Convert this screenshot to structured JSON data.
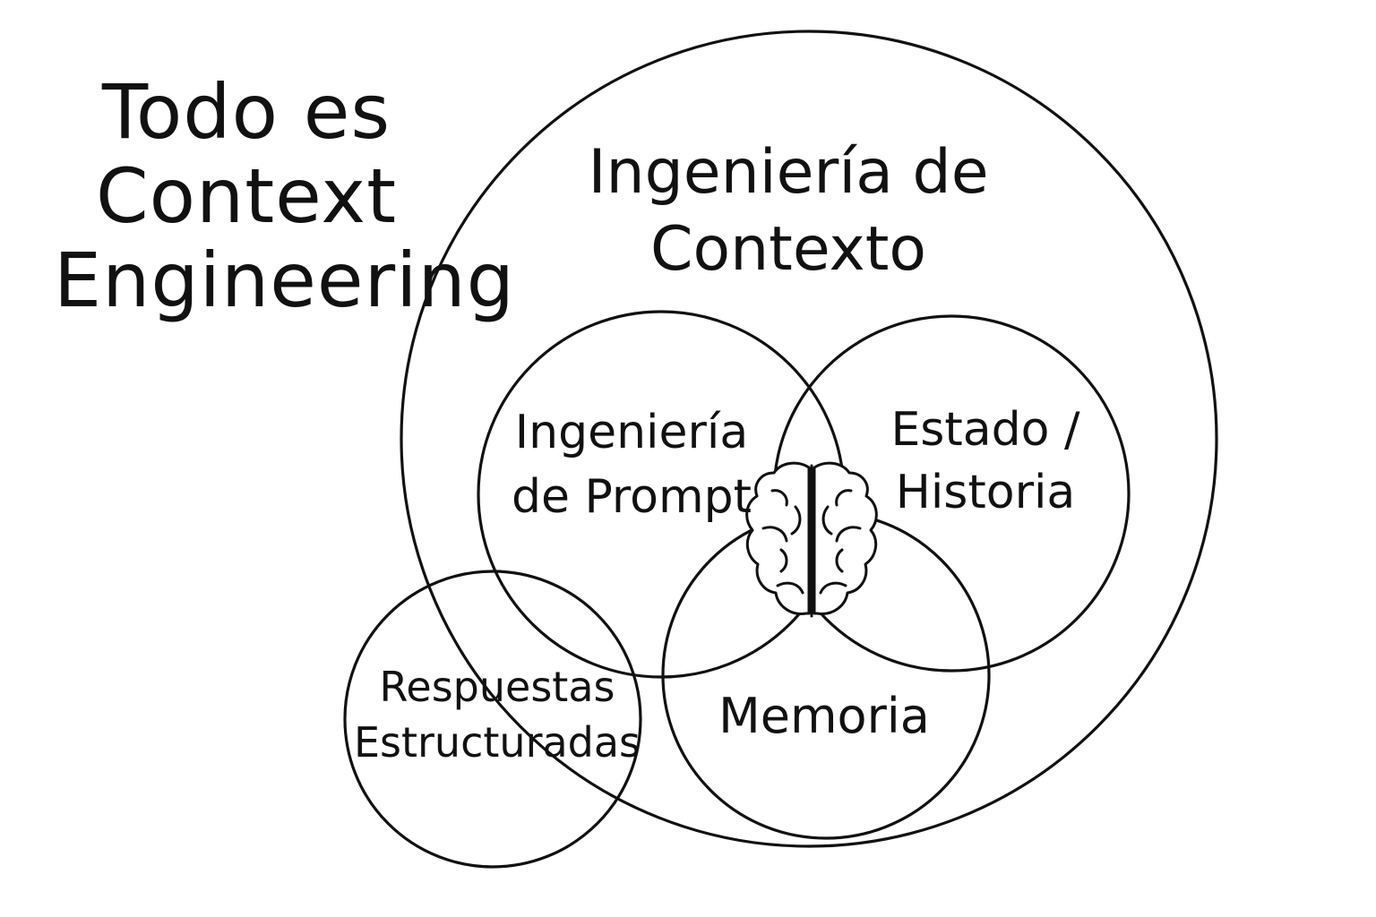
{
  "title": {
    "line1": "Todo es",
    "line2": "Context",
    "line3": "Engineering"
  },
  "outer_circle": {
    "line1": "Ingeniería de",
    "line2": "Contexto"
  },
  "prompt_circle": {
    "line1": "Ingeniería",
    "line2": "de Prompt"
  },
  "state_circle": {
    "line1": "Estado /",
    "line2": "Historia"
  },
  "memory_circle": {
    "line1": "Memoria"
  },
  "structured_circle": {
    "line1": "Respuestas",
    "line2": "Estructuradas"
  },
  "center_icon": "brain-icon",
  "colors": {
    "ink": "#111111",
    "background": "#ffffff"
  }
}
